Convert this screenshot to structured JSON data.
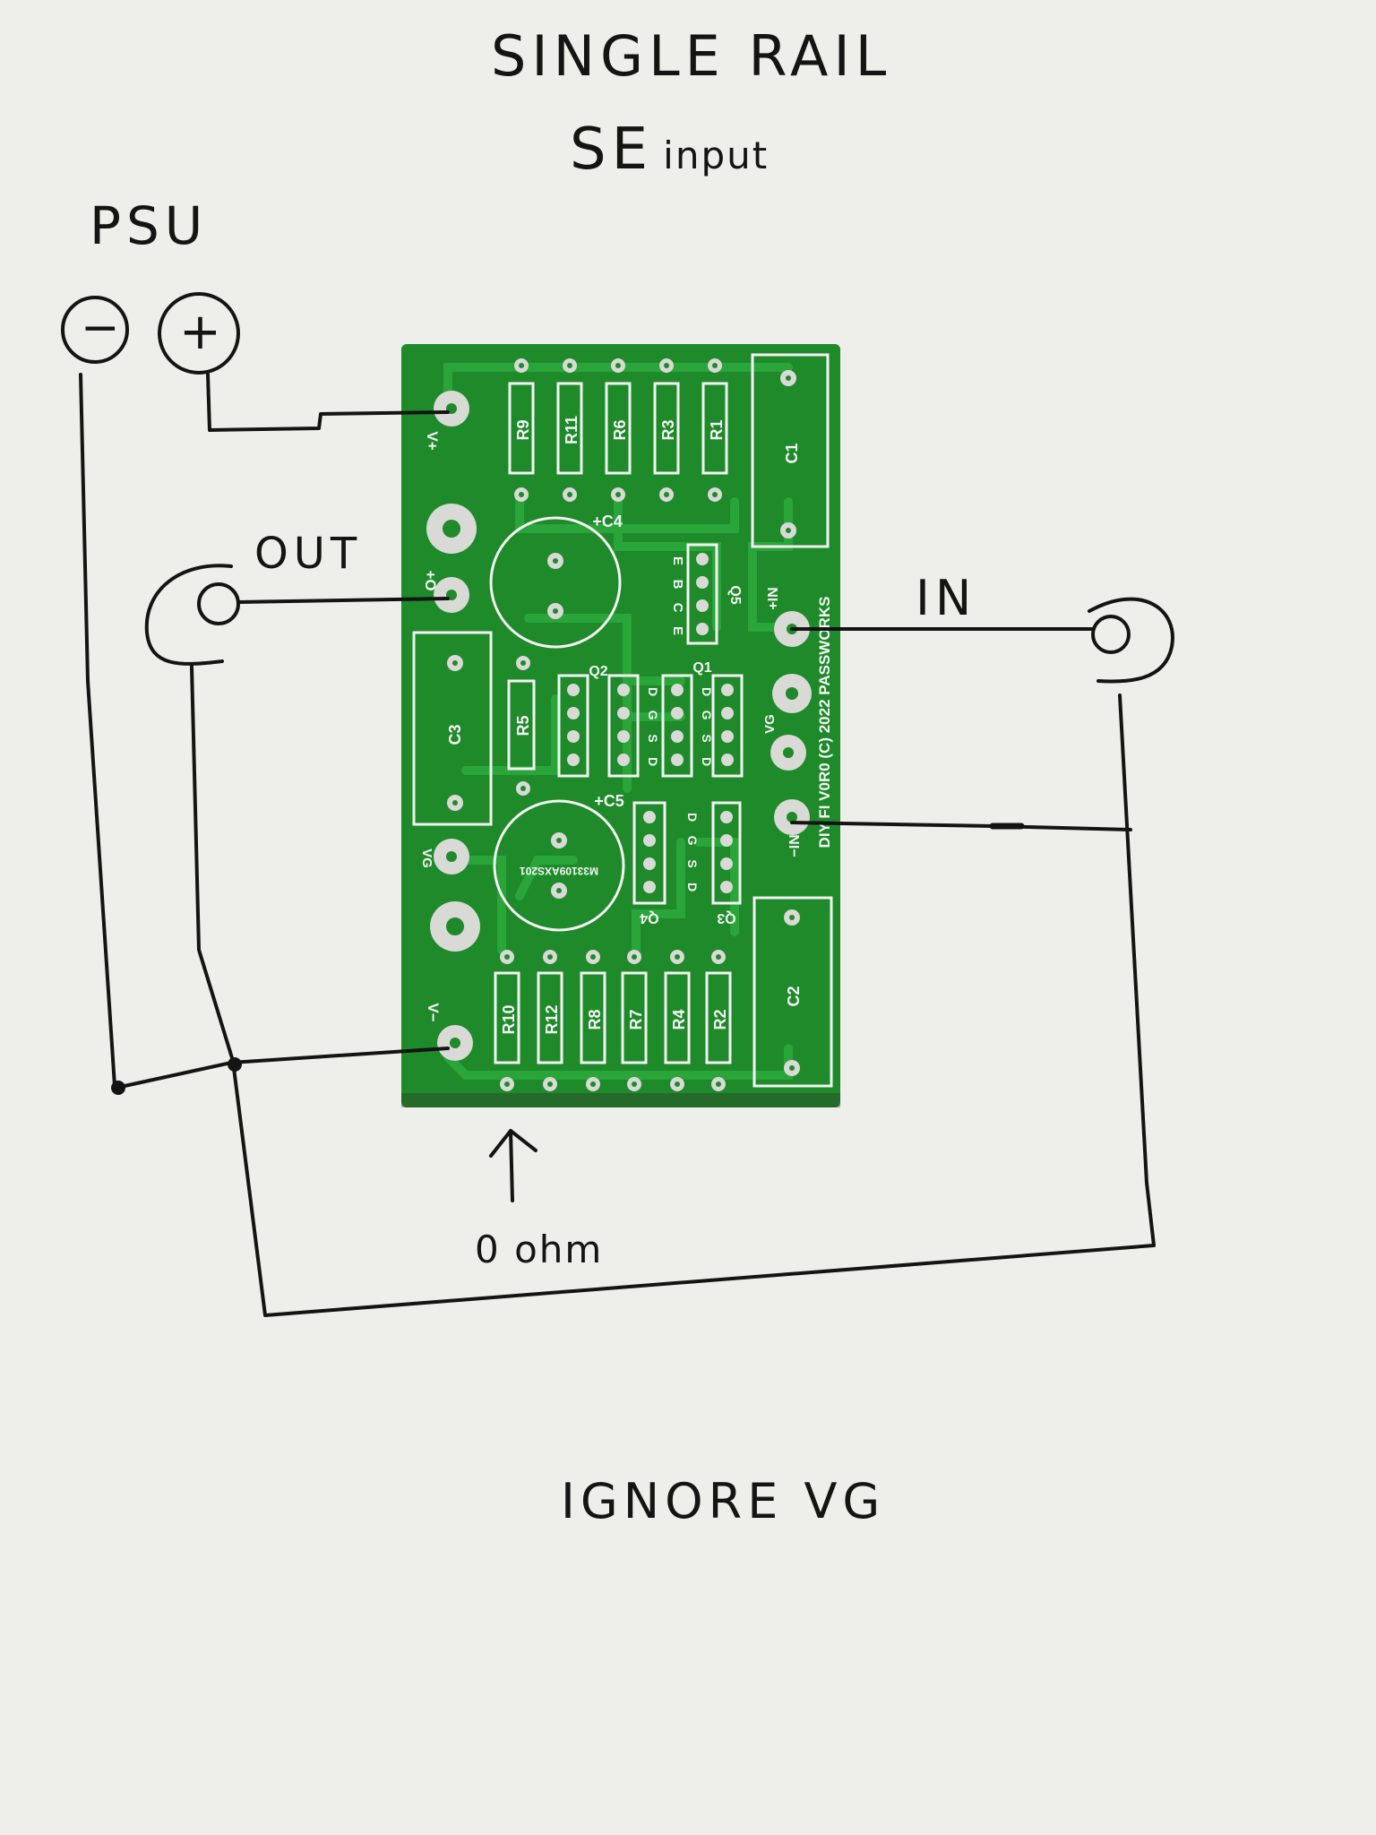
{
  "title": {
    "line1": "SINGLE RAIL",
    "line2_big": "SE",
    "line2_small": "input"
  },
  "psu": {
    "label": "PSU",
    "minus": "−",
    "plus": "+"
  },
  "out_label": "OUT",
  "in_label": "IN",
  "resistor_note": "0 ohm",
  "footer_note": "IGNORE VG",
  "pcb": {
    "resistors_top": [
      "R9",
      "R11",
      "R6",
      "R3",
      "R1"
    ],
    "resistors_bottom": [
      "R10",
      "R12",
      "R8",
      "R7",
      "R4",
      "R2"
    ],
    "caps": {
      "c1": "C1",
      "c2": "C2",
      "c3": "C3",
      "c4": "+C4",
      "c5": "+C5"
    },
    "r5": "R5",
    "transistors": {
      "q1": "Q1",
      "q2": "Q2",
      "q3": "Q3",
      "q4": "Q4",
      "q5": "Q5"
    },
    "pins_ebce": [
      "E",
      "B",
      "C",
      "E"
    ],
    "pins_dgsd": [
      "D",
      "G",
      "S",
      "D"
    ],
    "pads": {
      "v_plus": "V+",
      "v_minus": "V−",
      "out_plus": "+O",
      "vg": "VG",
      "in_plus": "+IN",
      "in_minus": "−IN"
    },
    "credit": "DIY FI V0R0 (C) 2022 PASSWORKS",
    "chip_code": "M33109AXS201",
    "colors": {
      "board": "#1e8a2a",
      "trace": "#2aa53a",
      "silk": "#f4f4f4",
      "pad": "#d9d9d6"
    }
  }
}
